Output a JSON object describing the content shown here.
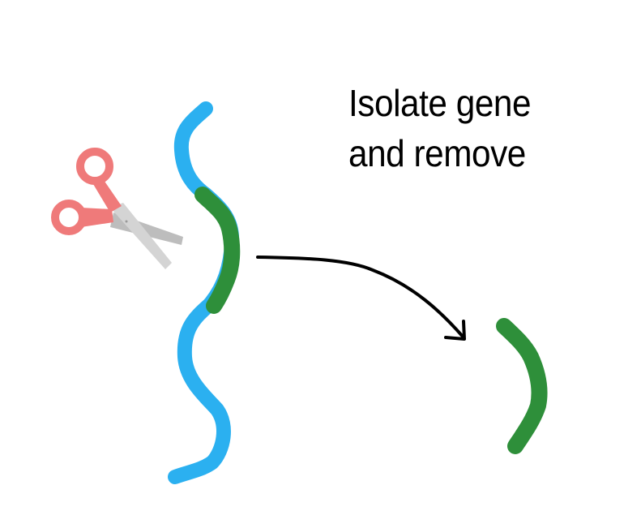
{
  "diagram": {
    "caption": {
      "line1": "Isolate gene",
      "line2": "and remove"
    },
    "elements": {
      "dna_strand": "dna-strand",
      "gene_segment": "gene-segment",
      "scissors": "scissors-icon",
      "arrow": "arrow-icon",
      "removed_gene": "removed-gene"
    },
    "colors": {
      "dna": "#2bb0f0",
      "gene": "#2e8f3a",
      "scissors_handle": "#ef7a7a",
      "scissors_blade": "#d2d2d2",
      "scissors_blade_back": "#bdbdbd",
      "arrow": "#000000",
      "text": "#000000"
    }
  }
}
